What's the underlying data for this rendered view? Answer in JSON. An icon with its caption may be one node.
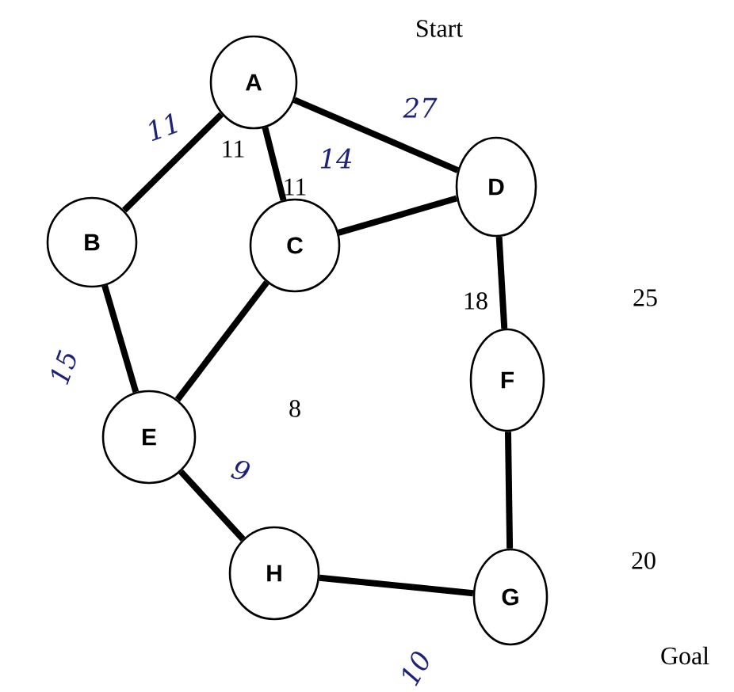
{
  "diagram": {
    "nodes": [
      {
        "text": [
          "A"
        ]
      },
      {
        "text": [
          "B"
        ]
      },
      {
        "text": [
          "C"
        ]
      },
      {
        "text": [
          "D"
        ]
      },
      {
        "text": [
          "E"
        ]
      },
      {
        "text": [
          "F"
        ]
      },
      {
        "text": [
          "G"
        ]
      },
      {
        "text": [
          "H"
        ]
      }
    ],
    "edges": [
      {
        "from": 0,
        "to": 1,
        "arrow": "none",
        "label": "11"
      },
      {
        "from": 0,
        "to": 2,
        "arrow": "none",
        "label": "14"
      },
      {
        "from": 0,
        "to": 3,
        "arrow": "none",
        "label": "27"
      },
      {
        "from": 2,
        "to": 3,
        "arrow": "none"
      },
      {
        "from": 1,
        "to": 4,
        "arrow": "none",
        "label": "15"
      },
      {
        "from": 2,
        "to": 4,
        "arrow": "none"
      },
      {
        "from": 3,
        "to": 5,
        "arrow": "none"
      },
      {
        "from": 5,
        "to": 6,
        "arrow": "none"
      },
      {
        "from": 4,
        "to": 7,
        "arrow": "none",
        "label": "9"
      },
      {
        "from": 7,
        "to": 6,
        "arrow": "none",
        "label": "10"
      }
    ],
    "labels": [
      "Start",
      "11",
      "11",
      "18",
      "25",
      "8",
      "20",
      "Goal"
    ]
  }
}
